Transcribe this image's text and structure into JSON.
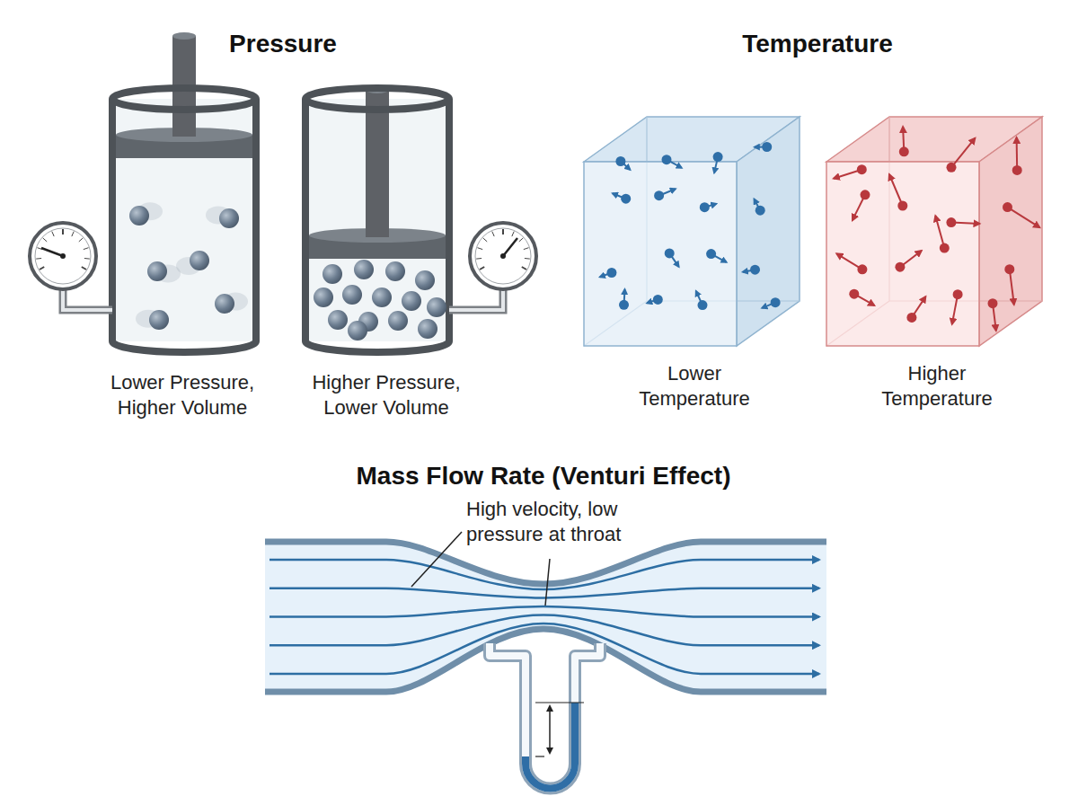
{
  "diagram": {
    "labels": [
      "Pressure",
      "Lower Pressure, Higher Volume",
      "Higher Pressure, Lower Volume",
      "Temperature",
      "Lower Temperature",
      "Higher Temperature",
      "Mass Flow Rate (Venturi Effect)",
      "High velocity, low pressure at throat"
    ]
  }
}
